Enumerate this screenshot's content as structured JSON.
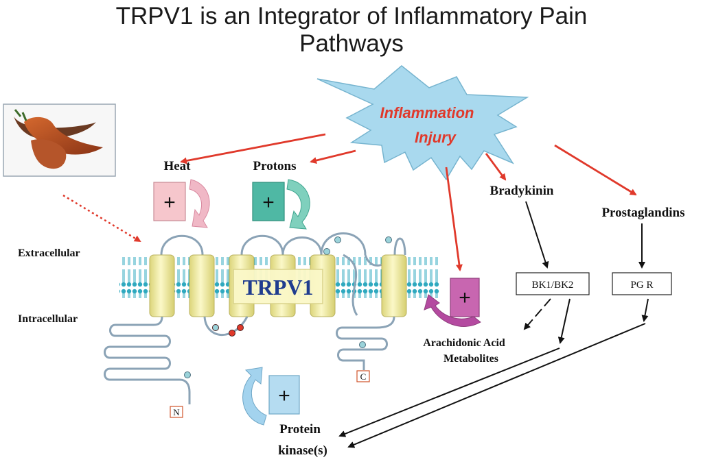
{
  "title": {
    "line1": "TRPV1 is an Integrator of Inflammatory Pain",
    "line2": "Pathways"
  },
  "burst": {
    "line1": "Inflammation",
    "line2": "Injury"
  },
  "stimuli": {
    "heat": "Heat",
    "protons": "Protons",
    "bradykinin": "Bradykinin",
    "prostaglandins": "Prostaglandins"
  },
  "membrane": {
    "extracellular": "Extracellular",
    "intracellular": "Intracellular",
    "channel": "TRPV1",
    "n_terminus": "N",
    "c_terminus": "C"
  },
  "receptors": {
    "bk": "BK1/BK2",
    "pg": "PG R"
  },
  "metabolites": {
    "line1": "Arachidonic Acid",
    "line2": "Metabolites"
  },
  "kinase": {
    "line1": "Protein",
    "line2": "kinase(s)"
  },
  "plus_sign": "+",
  "colors": {
    "arrow_red": "#e0392b",
    "burst_fill": "#a9d9ee",
    "burst_text": "#e0392b",
    "membrane": "#3bb3c7",
    "helix": "#f1eca0",
    "heat_box": "#f6c6cc",
    "protons_box": "#4fb8a4",
    "metabolite_box": "#c866b0",
    "kinase_box": "#b5dcf1",
    "channel_text": "#1f3c8f"
  },
  "icons": {
    "pepper": "chili-pepper-icon",
    "plus": "plus-icon",
    "curved_arrow": "curved-arrow-icon"
  }
}
